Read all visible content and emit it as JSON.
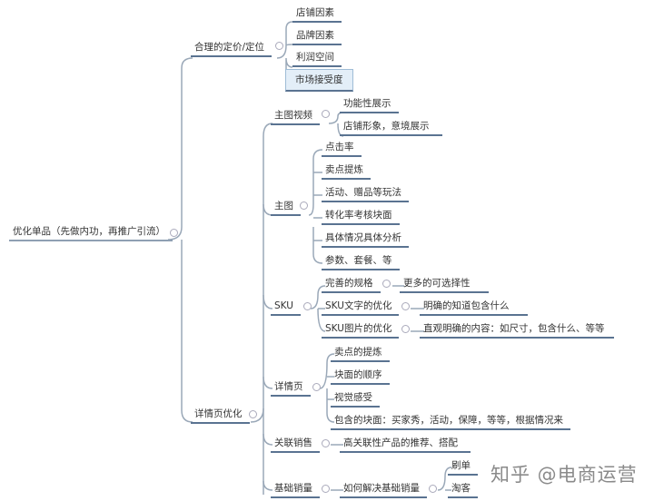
{
  "root": "优化单品（先做内功，再推广引流）",
  "pricing": {
    "label": "合理的定价/定位",
    "children": [
      "店铺因素",
      "品牌因素",
      "利润空间",
      "市场接受度"
    ]
  },
  "detail": {
    "label": "详情页优化",
    "video": {
      "label": "主图视频",
      "children": [
        "功能性展示",
        "店铺形象，意境展示"
      ]
    },
    "main": {
      "label": "主图",
      "children": [
        "点击率",
        "卖点提炼",
        "活动、赠品等玩法",
        "转化率考核块面",
        "具体情况具体分析",
        "参数、套餐、等"
      ]
    },
    "sku": {
      "label": "SKU",
      "children": [
        {
          "label": "完善的规格",
          "detail": "更多的可选择性"
        },
        {
          "label": "SKU文字的优化",
          "detail": "明确的知道包含什么"
        },
        {
          "label": "SKU图片的优化",
          "detail": "直观明确的内容：如尺寸，包含什么、等等"
        }
      ]
    },
    "page": {
      "label": "详情页",
      "children": [
        "卖点的提炼",
        "块面的顺序",
        "视觉感受",
        "包含的块面：买家秀，活动，保障，等等，根据情况来"
      ]
    },
    "related": {
      "label": "关联销售",
      "detail": "高关联性产品的推荐、搭配"
    },
    "base": {
      "label": "基础销量",
      "detail": "如何解决基础销量",
      "children": [
        "刷单",
        "淘客"
      ]
    }
  },
  "watermark": "知乎 @电商运营"
}
